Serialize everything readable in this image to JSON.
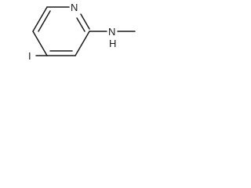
{
  "structure": {
    "atoms": {
      "ring_nitrogen": "N",
      "amine_nitrogen": "N",
      "amine_hydrogen": "H",
      "iodine": "I"
    },
    "colors": {
      "ink": "#1a1a1a",
      "background": "#ffffff"
    }
  }
}
